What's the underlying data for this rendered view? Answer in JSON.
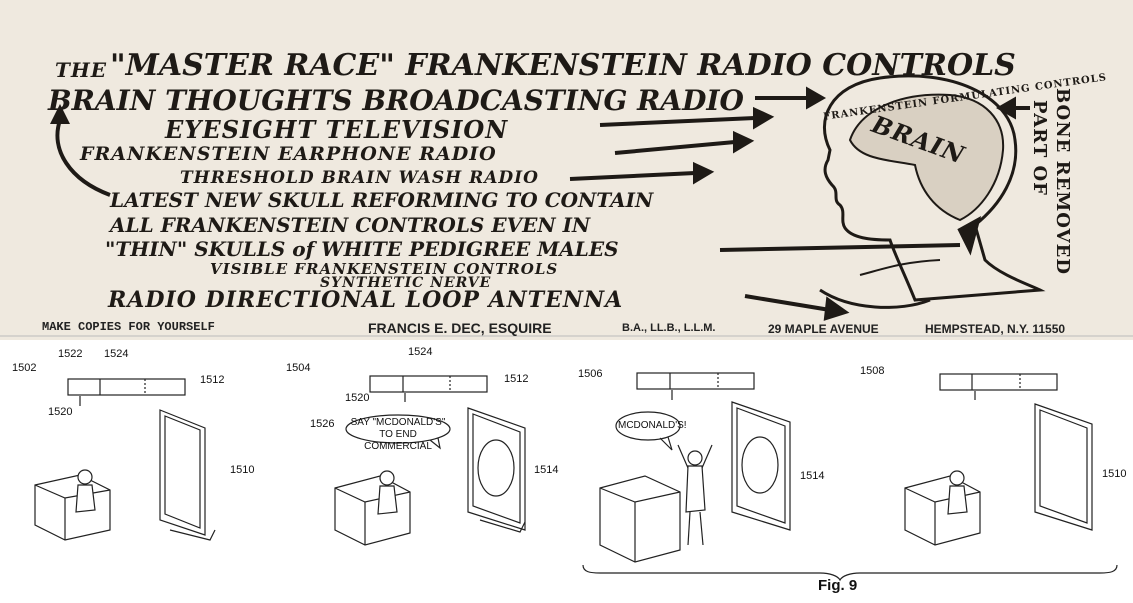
{
  "poster": {
    "title_prefix": "THE",
    "title_main": "\"MASTER RACE\" FRANKENSTEIN RADIO CONTROLS",
    "line_brain": "BRAIN THOUGHTS BROADCASTING RADIO",
    "line_eyesight": "EYESIGHT TELEVISION",
    "line_earphone": "FRANKENSTEIN EARPHONE RADIO",
    "line_threshold": "THRESHOLD BRAIN WASH RADIO",
    "line_skull1": "LATEST NEW SKULL REFORMING TO CONTAIN",
    "line_skull2": "ALL FRANKENSTEIN CONTROLS EVEN IN",
    "line_skull3": "\"THIN\" SKULLS of WHITE PEDIGREE MALES",
    "line_visible": "VISIBLE FRANKENSTEIN CONTROLS",
    "line_nerve": "SYNTHETIC NERVE",
    "line_antenna": "RADIO DIRECTIONAL LOOP ANTENNA",
    "head_arc_text": "FRANKENSTEIN FORMULATING CONTROLS",
    "head_brain_text": "BRAIN",
    "side_label_1": "PART OF",
    "side_label_2": "BONE REMOVED",
    "footer_left": "MAKE COPIES FOR YOURSELF",
    "footer_name": "FRANCIS E. DEC, ESQUIRE",
    "footer_degrees": "B.A., LL.B., L.L.M.",
    "footer_address": "29 MAPLE AVENUE",
    "footer_city": "HEMPSTEAD, N.Y. 11550"
  },
  "patent": {
    "panel1": {
      "ref": "1502",
      "bar": "1512",
      "a": "1522",
      "b": "1524",
      "c": "1520",
      "tv": "1510"
    },
    "panel2": {
      "ref": "1504",
      "bar": "1512",
      "b": "1524",
      "c": "1520",
      "bubble_ref": "1526",
      "bubble_text": "SAY \"MCDONALD'S\" TO END COMMERCIAL",
      "tv": "1514"
    },
    "panel3": {
      "ref": "1506",
      "bubble_text": "MCDONALD'S!",
      "tv": "1514"
    },
    "panel4": {
      "ref": "1508",
      "tv": "1510"
    },
    "figure_label": "Fig. 9"
  }
}
